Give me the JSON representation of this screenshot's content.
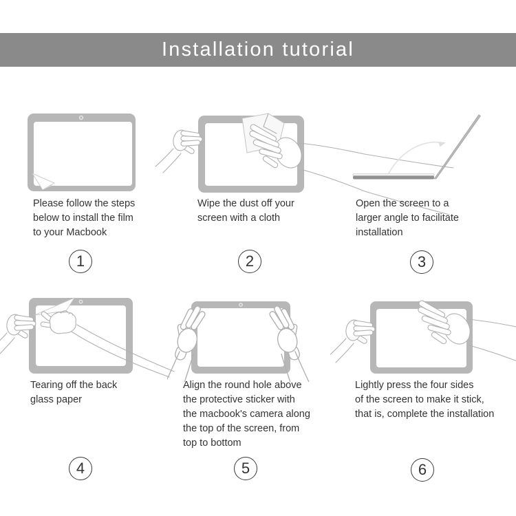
{
  "header": {
    "title": "Installation tutorial"
  },
  "colors": {
    "header_bg": "#8a8a8a",
    "header_text": "#ffffff",
    "caption_text": "#333333",
    "frame_gray": "#b7b7b7",
    "line_gray": "#b0b0b0"
  },
  "steps": [
    {
      "num": "1",
      "icon": "macbook-film-peel",
      "caption": "Please follow the steps\nbelow to install the film\nto your Macbook"
    },
    {
      "num": "2",
      "icon": "wipe-screen-with-cloth",
      "caption": "Wipe the dust off your\nscreen with a cloth"
    },
    {
      "num": "3",
      "icon": "open-laptop-angle",
      "caption": "Open the screen to a\nlarger angle to facilitate\ninstallation"
    },
    {
      "num": "4",
      "icon": "tear-back-glass-paper",
      "caption": "Tearing off the back\nglass paper"
    },
    {
      "num": "5",
      "icon": "align-film-two-hands",
      "caption": "Align the round hole above\nthe protective sticker with\nthe macbook's camera along\nthe top of the screen, from\ntop to bottom"
    },
    {
      "num": "6",
      "icon": "press-four-sides",
      "caption": "Lightly press the four sides\nof the screen to make it stick,\nthat is, complete the installation"
    }
  ]
}
